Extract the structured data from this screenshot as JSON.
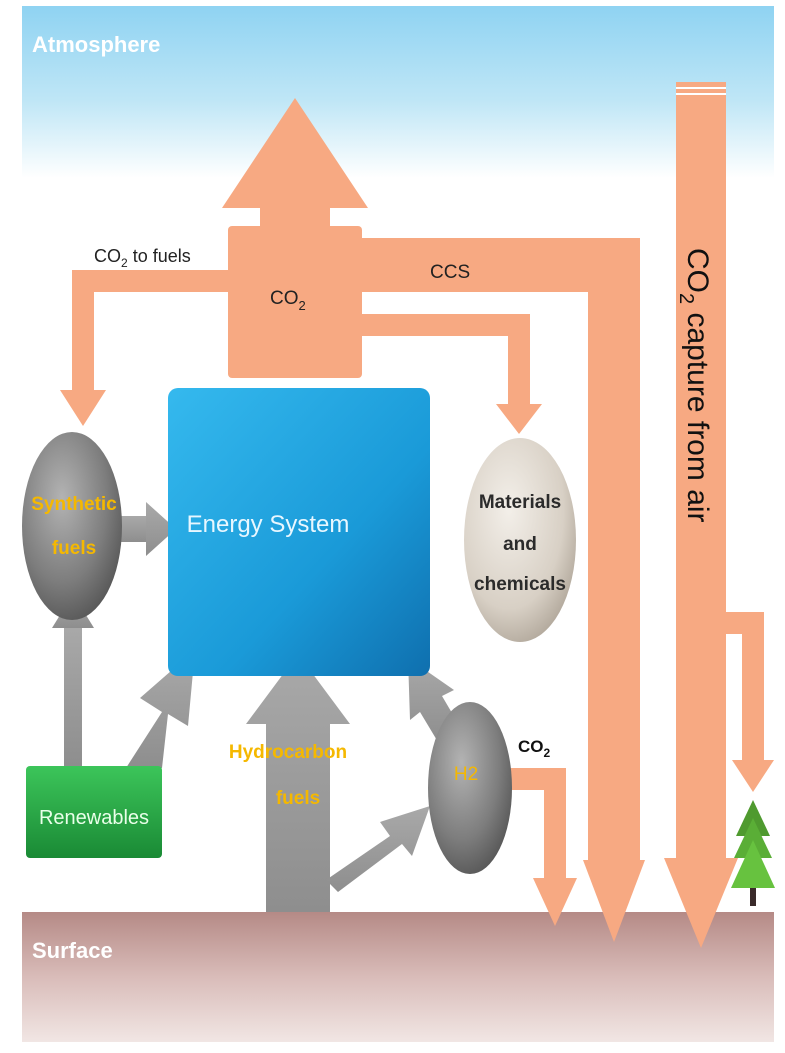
{
  "regions": {
    "atmosphere_label": "Atmosphere",
    "surface_label": "Surface"
  },
  "source": {
    "co2_main": "CO",
    "co2_sub": "2"
  },
  "flows": {
    "co2_to_fuels_main": "CO",
    "co2_to_fuels_sub": "2",
    "co2_to_fuels_rest": " to fuels",
    "ccs": "CCS",
    "h2_co2_main": "CO",
    "h2_co2_sub": "2",
    "capture_main": "CO",
    "capture_sub": "2",
    "capture_rest": " capture from air"
  },
  "nodes": {
    "energy_system": "Energy System",
    "synthetic_fuels_line1": "Synthetic",
    "synthetic_fuels_line2": "fuels",
    "materials_line1": "Materials",
    "materials_line2": "and",
    "materials_line3": "chemicals",
    "renewables": "Renewables",
    "hydrocarbon_line1": "Hydrocarbon",
    "hydrocarbon_line2": "fuels",
    "h2": "H2"
  },
  "colors": {
    "co2_flow": "#f7a982",
    "energy_flow": "#9b9b9b",
    "energy_system": "#1f9fdd",
    "renewables": "#2aa84a",
    "fuel_text": "#f5b800",
    "atmosphere_sky": "#a7dcf3",
    "surface_ground": "#b98e8a"
  }
}
